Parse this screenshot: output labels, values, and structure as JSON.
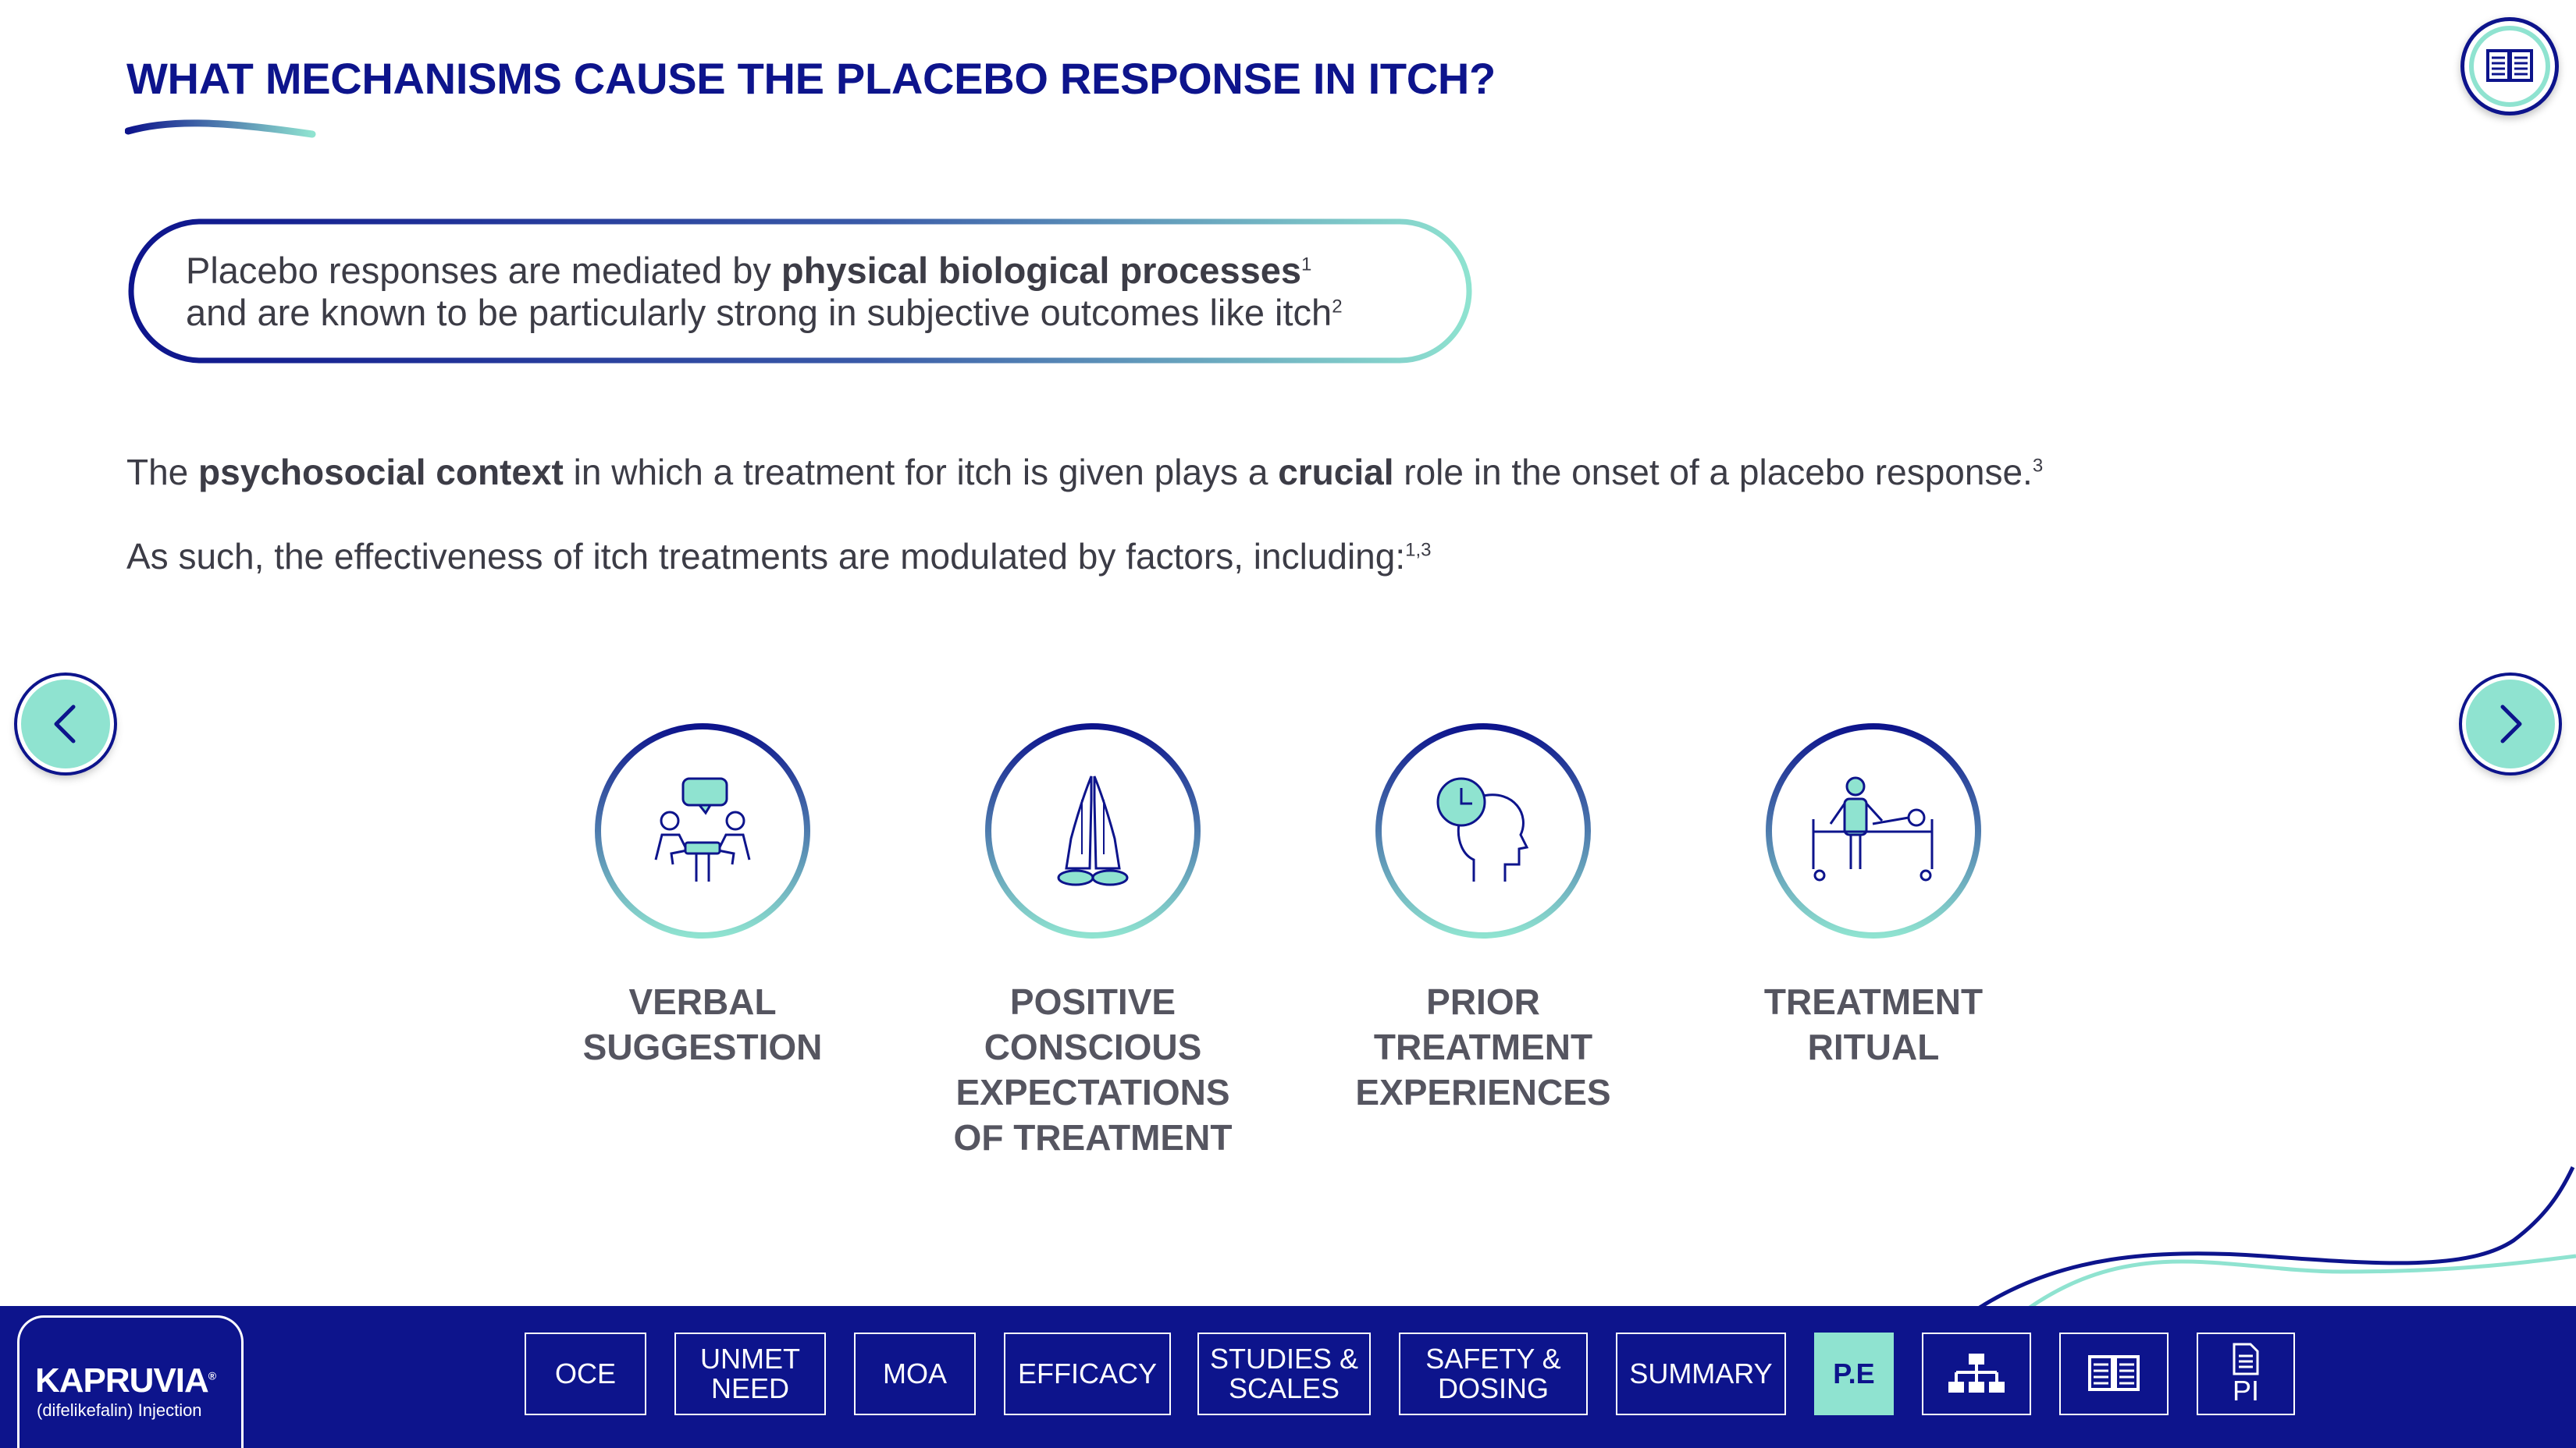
{
  "header": {
    "title": "WHAT MECHANISMS CAUSE THE PLACEBO RESPONSE IN ITCH?",
    "references_icon": "open-book-icon"
  },
  "callout": {
    "line1_pre": "Placebo responses are mediated by ",
    "line1_bold": "physical biological processes",
    "line1_sup": "1",
    "line2": "and are known to be particularly strong in subjective outcomes like itch",
    "line2_sup": "2"
  },
  "body": {
    "para1_a": "The ",
    "para1_b": "psychosocial context",
    "para1_c": " in which a treatment for itch is given plays a ",
    "para1_d": "crucial",
    "para1_e": " role in the onset of a placebo response.",
    "para1_sup": "3",
    "para2": "As such, the effectiveness of itch treatments are modulated by factors, including:",
    "para2_sup": "1,3"
  },
  "navigation": {
    "prev_icon": "chevron-left-icon",
    "next_icon": "chevron-right-icon"
  },
  "factors": [
    {
      "label": "VERBAL\nSUGGESTION",
      "icon": "conversation-icon"
    },
    {
      "label": "POSITIVE\nCONSCIOUS\nEXPECTATIONS\nOF TREATMENT",
      "icon": "praying-hands-icon"
    },
    {
      "label": "PRIOR TREATMENT\nEXPERIENCES",
      "icon": "head-clock-icon"
    },
    {
      "label": "TREATMENT\nRITUAL",
      "icon": "doctor-patient-icon"
    }
  ],
  "footer": {
    "brand": "KAPRUVIA",
    "brand_mark": "®",
    "brand_sub": "(difelikefalin) Injection",
    "buttons": [
      {
        "label": "OCE"
      },
      {
        "label": "UNMET\nNEED"
      },
      {
        "label": "MOA"
      },
      {
        "label": "EFFICACY"
      },
      {
        "label": "STUDIES &\nSCALES"
      },
      {
        "label": "SAFETY &\nDOSING"
      },
      {
        "label": "SUMMARY"
      },
      {
        "label": "P.E",
        "active": true
      },
      {
        "label": "",
        "icon": "sitemap-icon"
      },
      {
        "label": "",
        "icon": "open-book-icon"
      },
      {
        "label": "PI",
        "icon": "document-icon"
      }
    ]
  },
  "colors": {
    "navy": "#0d148c",
    "mint": "#8fe3d0",
    "text": "#3c3c46"
  }
}
